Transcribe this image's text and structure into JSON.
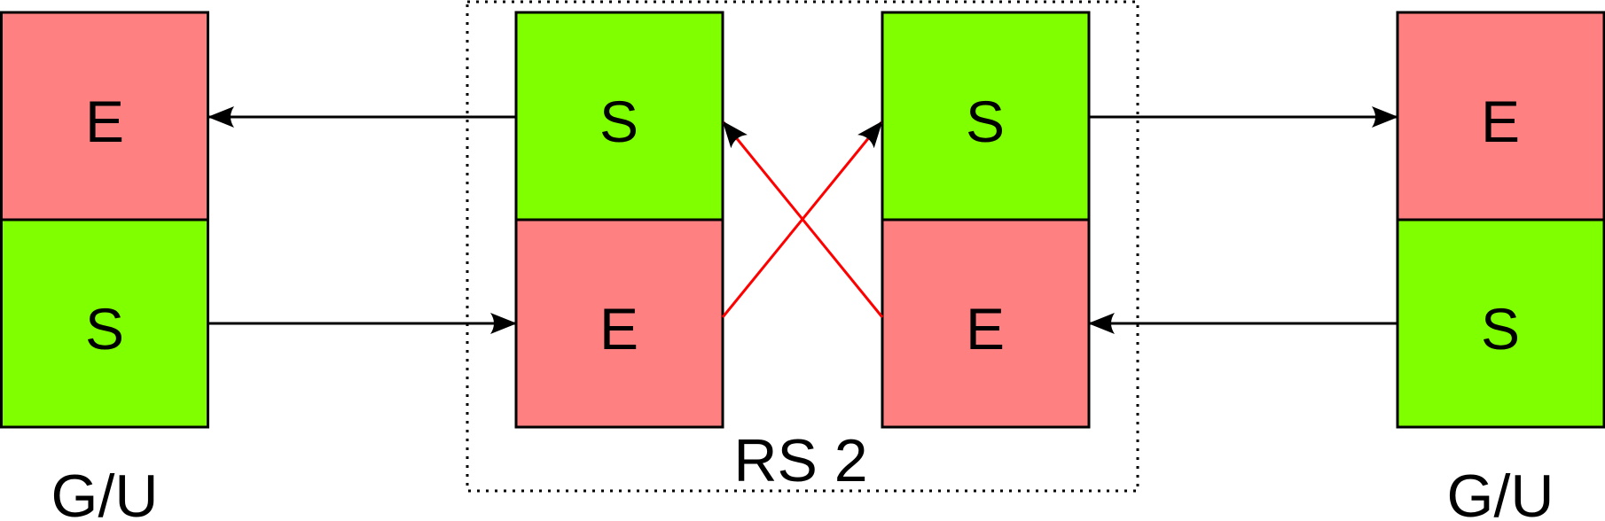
{
  "diagram": {
    "title": "RS 2",
    "colors": {
      "error": "#ff8080",
      "syndrome": "#80ff00",
      "outline": "#000000",
      "cross_link": "#ff0000",
      "flow": "#000000"
    },
    "left_stack": {
      "caption": "G/U",
      "top_cell": "E",
      "bottom_cell": "S"
    },
    "center_left_stack": {
      "top_cell": "S",
      "bottom_cell": "E"
    },
    "center_right_stack": {
      "top_cell": "S",
      "bottom_cell": "E"
    },
    "right_stack": {
      "caption": "G/U",
      "top_cell": "E",
      "bottom_cell": "S"
    },
    "connections": [
      {
        "from": "center_left_stack.top_cell",
        "to": "left_stack.top_cell",
        "style": "black-arrow"
      },
      {
        "from": "left_stack.bottom_cell",
        "to": "center_left_stack.bottom_cell",
        "style": "black-arrow"
      },
      {
        "from": "center_right_stack.top_cell",
        "to": "right_stack.top_cell",
        "style": "black-arrow"
      },
      {
        "from": "right_stack.bottom_cell",
        "to": "center_right_stack.bottom_cell",
        "style": "black-arrow"
      },
      {
        "from": "center_left_stack.bottom_cell",
        "to": "center_right_stack.top_cell",
        "style": "red-arrow"
      },
      {
        "from": "center_right_stack.bottom_cell",
        "to": "center_left_stack.top_cell",
        "style": "red-arrow"
      }
    ]
  }
}
